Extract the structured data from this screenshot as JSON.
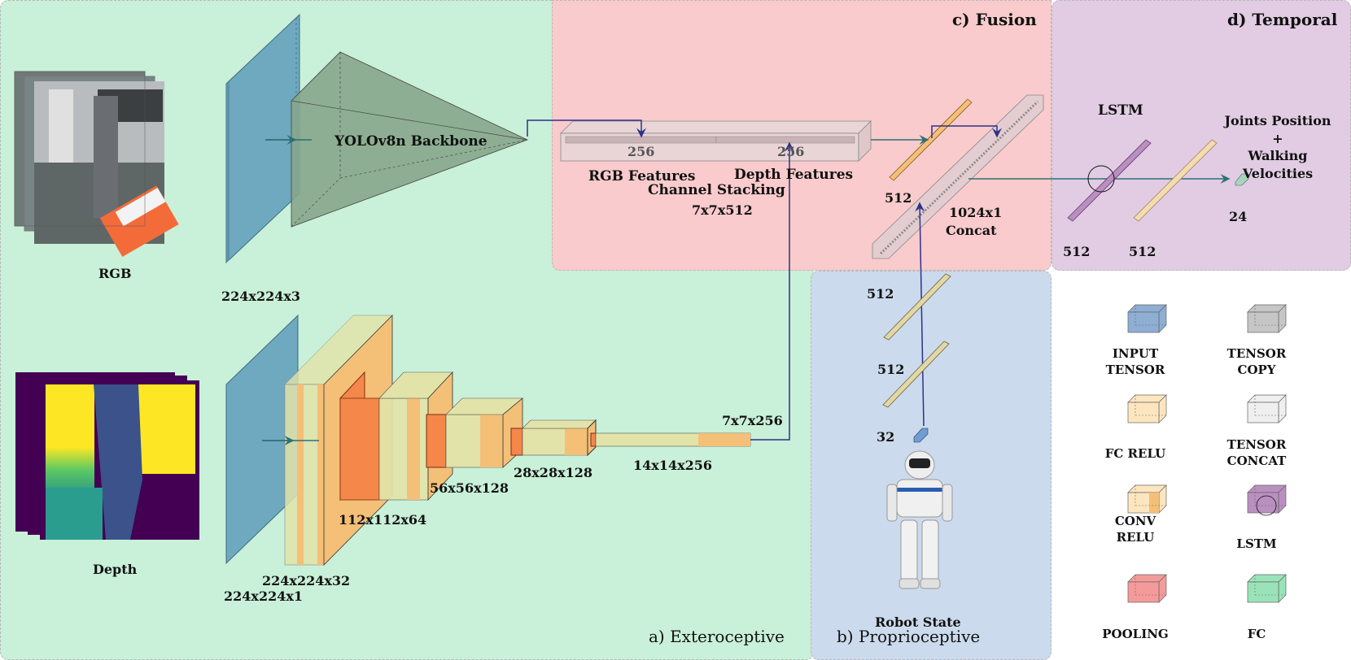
{
  "sections": {
    "exteroceptive": "a) Exteroceptive",
    "proprioceptive": "b) Proprioceptive",
    "fusion": "c) Fusion",
    "temporal": "d) Temporal"
  },
  "inputs": {
    "rgb_label": "RGB",
    "depth_label": "Depth",
    "robot_state_label": "Robot State"
  },
  "rgb_branch": {
    "input_dims": "224x224x3",
    "backbone_label": "YOLOv8n Backbone"
  },
  "depth_branch": {
    "input_dims": "224x224x1",
    "layers": [
      {
        "dims": "224x224x32"
      },
      {
        "dims": "112x112x64"
      },
      {
        "dims": "56x56x128"
      },
      {
        "dims": "28x28x128"
      },
      {
        "dims": "14x14x256"
      },
      {
        "dims": "7x7x256"
      }
    ]
  },
  "fusion": {
    "rgb_channels": "256",
    "depth_channels": "256",
    "rgb_features_label": "RGB Features",
    "depth_features_label": "Depth Features",
    "stacking_label": "Channel Stacking",
    "stacking_dims": "7x7x512",
    "fc_dims": "512",
    "concat_dims": "1024x1",
    "concat_label": "Concat"
  },
  "proprioceptive": {
    "input_dims": "32",
    "fc1_dims": "512",
    "fc2_dims": "512"
  },
  "temporal": {
    "lstm_label": "LSTM",
    "lstm_dims": "512",
    "fc_dims": "512",
    "output_dims": "24",
    "output_label_line1": "Joints Position",
    "output_label_plus": "+",
    "output_label_line2": "Walking Velocities"
  },
  "legend": [
    {
      "key": "input",
      "label_l1": "INPUT",
      "label_l2": "TENSOR",
      "color": "#8eaed3"
    },
    {
      "key": "copy",
      "label_l1": "TENSOR",
      "label_l2": "COPY",
      "color": "#c6c6c6"
    },
    {
      "key": "fcrelu",
      "label_l1": "FC RELU",
      "label_l2": "",
      "color": "#fde6bf"
    },
    {
      "key": "concat",
      "label_l1": "TENSOR",
      "label_l2": "CONCAT",
      "color": "#efefef"
    },
    {
      "key": "convrelu",
      "label_l1": "CONV",
      "label_l2": "RELU",
      "color": "#fde6bf"
    },
    {
      "key": "lstm",
      "label_l1": "LSTM",
      "label_l2": "",
      "color": "#b990c0"
    },
    {
      "key": "pooling",
      "label_l1": "POOLING",
      "label_l2": "",
      "color": "#f59a9a"
    },
    {
      "key": "fc",
      "label_l1": "FC",
      "label_l2": "",
      "color": "#9ae3b8"
    }
  ],
  "colors": {
    "arrow_teal": "#2e6f73",
    "arrow_navy": "#2e318a",
    "input_blue": "#6ea9c0",
    "conv_light": "#e2e3a8",
    "conv_orange": "#f4bf77",
    "pool_orange": "#f5874a",
    "backbone_green": "#86a68c"
  }
}
